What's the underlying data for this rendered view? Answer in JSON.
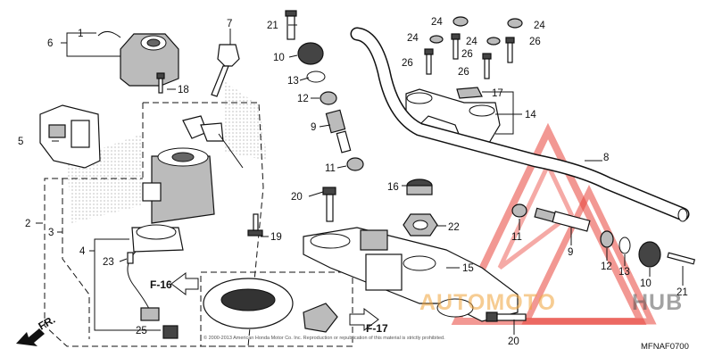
{
  "callouts": {
    "p1": "1",
    "p2": "2",
    "p3": "3",
    "p4": "4",
    "p5": "5",
    "p6": "6",
    "p7": "7",
    "p8": "8",
    "p9a": "9",
    "p9b": "9",
    "p10a": "10",
    "p10b": "10",
    "p11a": "11",
    "p11b": "11",
    "p12a": "12",
    "p12b": "12",
    "p13a": "13",
    "p13b": "13",
    "p14": "14",
    "p15": "15",
    "p16": "16",
    "p17": "17",
    "p18": "18",
    "p19": "19",
    "p20a": "20",
    "p20b": "20",
    "p21a": "21",
    "p21b": "21",
    "p22": "22",
    "p23": "23",
    "p24a": "24",
    "p24b": "24",
    "p24c": "24",
    "p25": "25",
    "p26a": "26",
    "p26b": "26",
    "p26c": "26",
    "p26d": "26"
  },
  "refs": {
    "f16": "F-16",
    "f17": "F-17",
    "fr": "FR."
  },
  "diagram_code": "MFNAF0700",
  "copyright": "© 2000-2013 American Honda Motor Co. Inc. Reproduction or republication of this material is strictly prohibited.",
  "watermark": {
    "left": "AUTOMOTO",
    "right": "HUB"
  },
  "colors": {
    "watermark_red": "#e8433a",
    "watermark_orange": "#f0a43a",
    "watermark_gray": "#4a4a4a"
  }
}
